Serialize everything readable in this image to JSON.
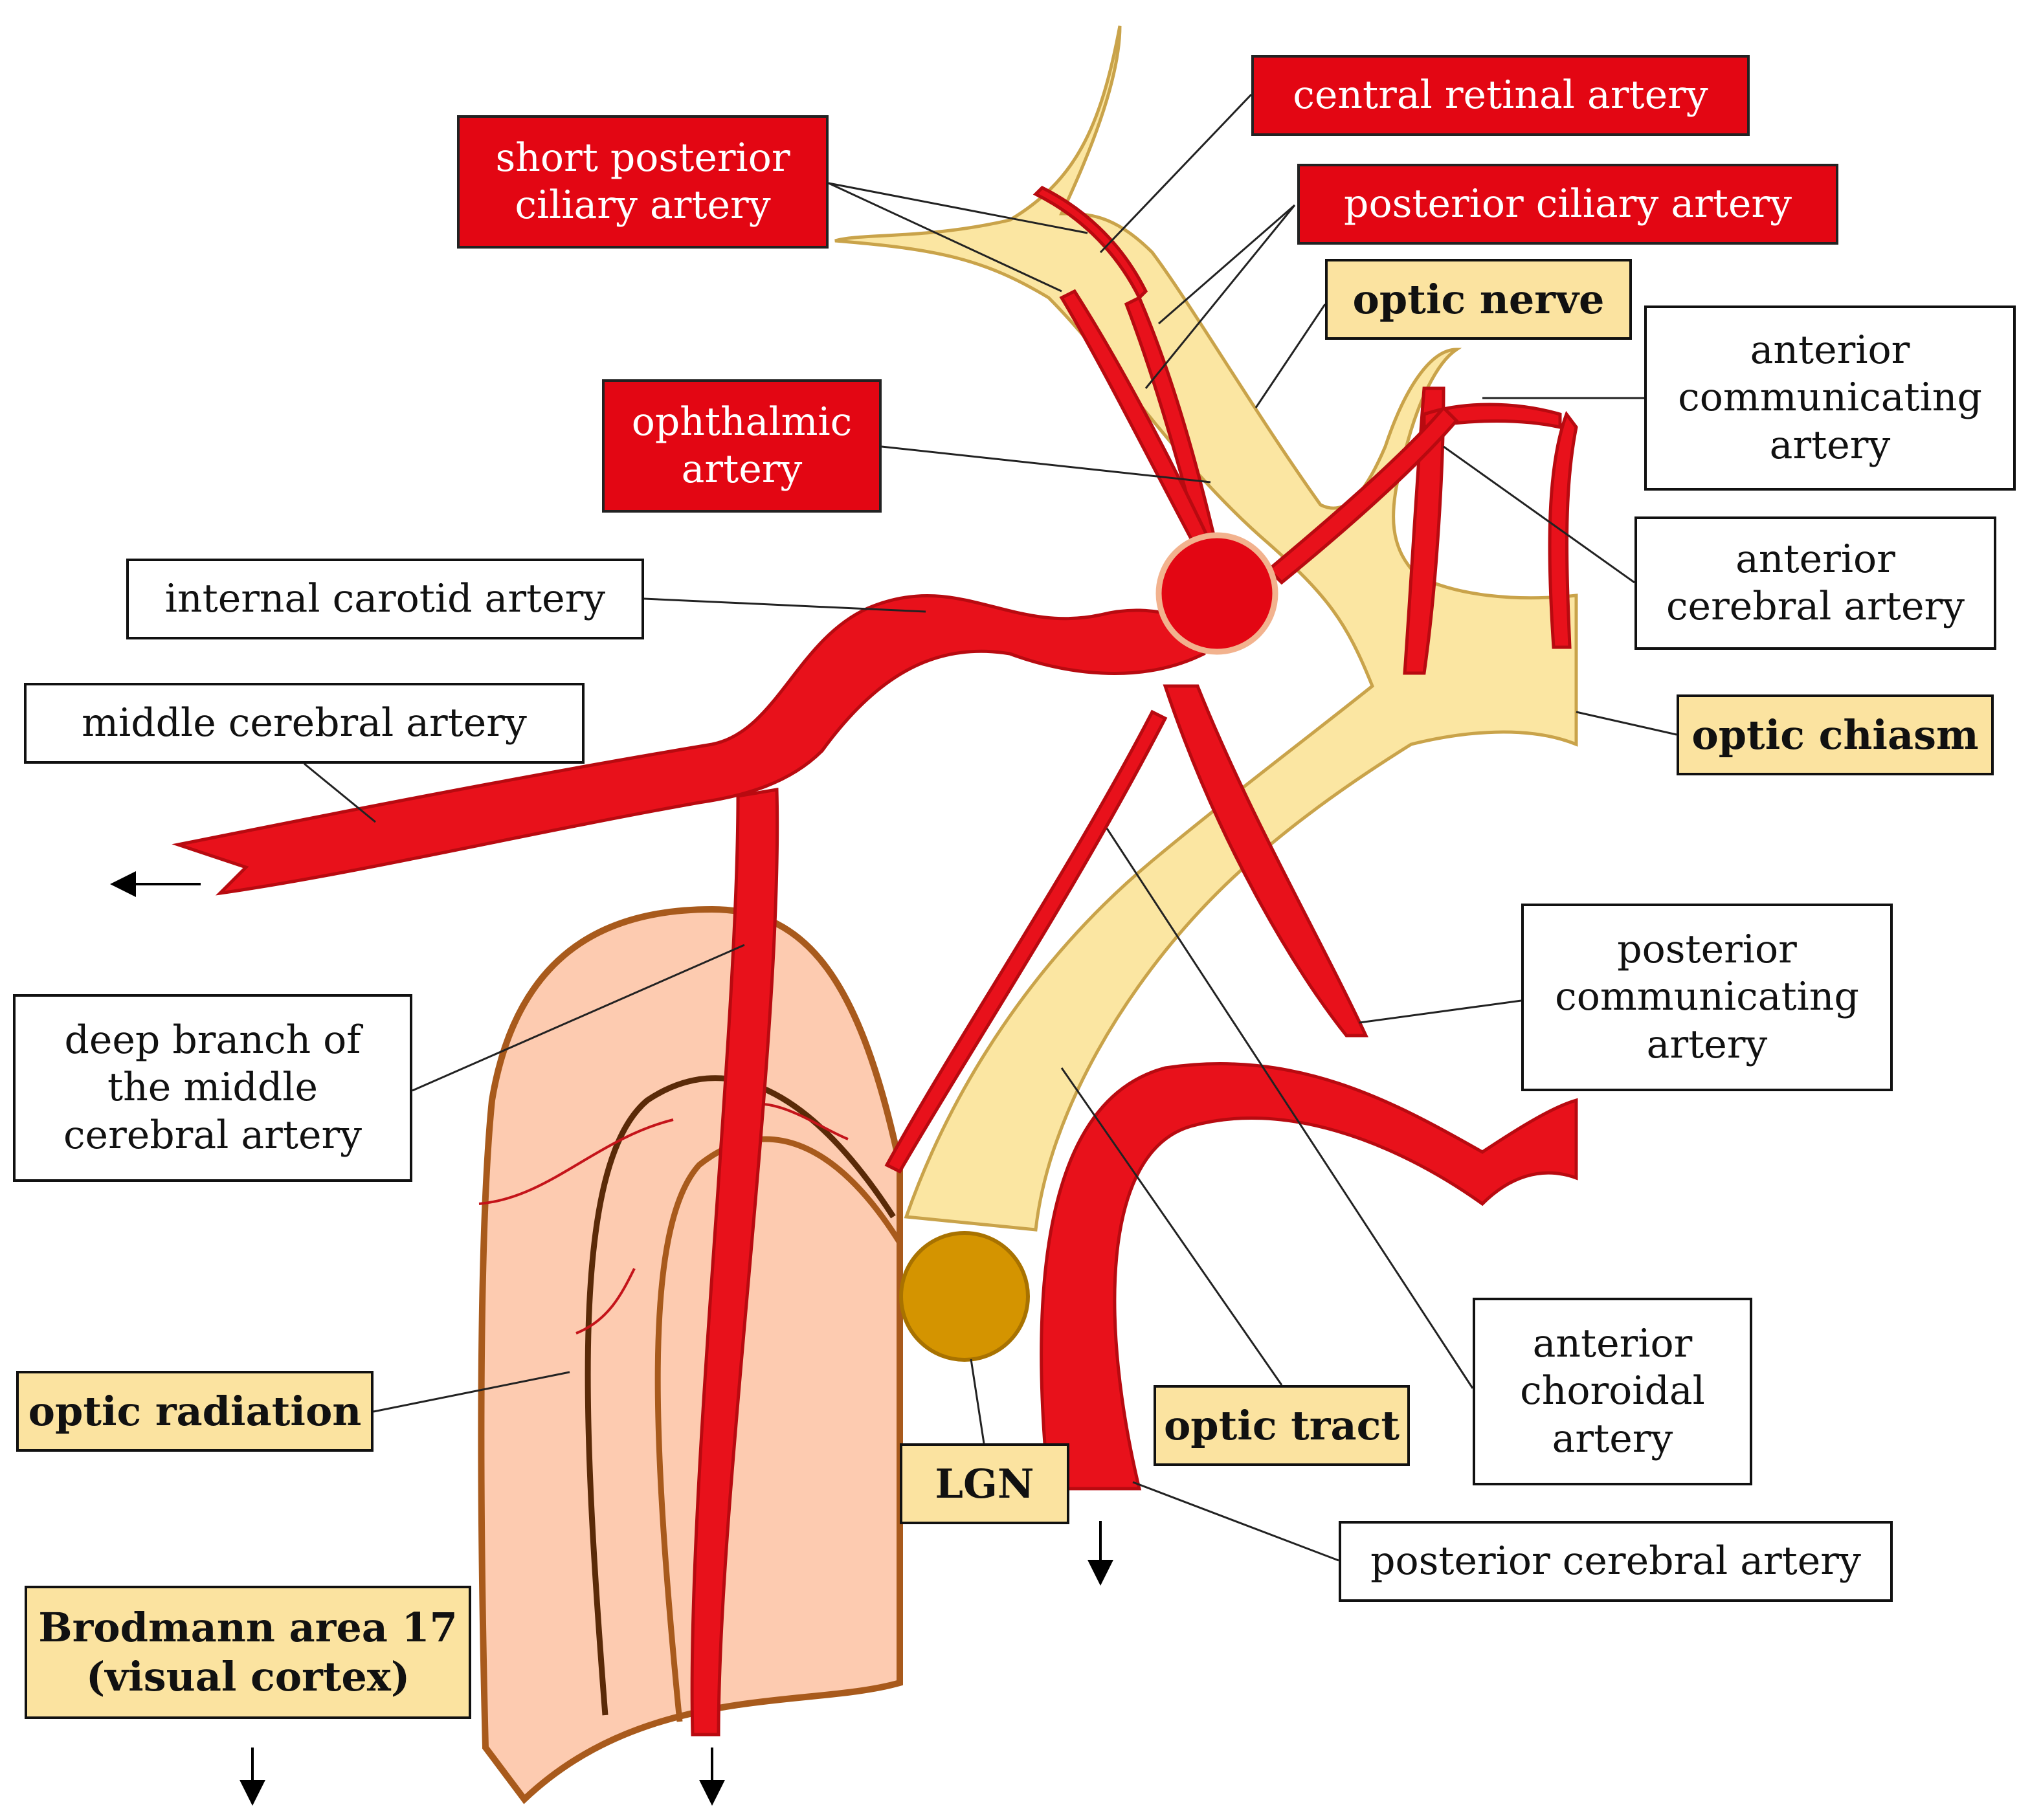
{
  "colors": {
    "artery": "#e8111b",
    "artery_dark": "#b80a10",
    "nerve": "#fbe6a2",
    "nerve_edge": "#c9a34a",
    "cortex": "#fdcbb0",
    "cortex_edge": "#a85a1c",
    "lgn": "#d49400",
    "label_red": "#e30613",
    "label_yellow": "#fbe3a0",
    "label_white": "#ffffff"
  },
  "labels": {
    "central_retinal_artery": "central retinal artery",
    "short_posterior_ciliary_artery": "short posterior\nciliary artery",
    "posterior_ciliary_artery": "posterior ciliary artery",
    "optic_nerve": "optic nerve",
    "anterior_communicating_artery": "anterior\ncommunicating\nartery",
    "ophthalmic_artery": "ophthalmic\nartery",
    "anterior_cerebral_artery": "anterior\ncerebral artery",
    "internal_carotid_artery": "internal carotid artery",
    "optic_chiasm": "optic chiasm",
    "middle_cerebral_artery": "middle cerebral artery",
    "posterior_communicating_artery": "posterior\ncommunicating\nartery",
    "deep_branch_mca": "deep branch of\nthe middle\ncerebral artery",
    "anterior_choroidal_artery": "anterior\nchoroidal\nartery",
    "optic_radiation": "optic radiation",
    "optic_tract": "optic tract",
    "lgn": "LGN",
    "posterior_cerebral_artery": "posterior cerebral artery",
    "brodmann_area_17": "Brodmann area 17\n(visual cortex)"
  },
  "icons": {
    "direction_arrow": "arrow-down",
    "mca_arrow": "arrow-left"
  }
}
